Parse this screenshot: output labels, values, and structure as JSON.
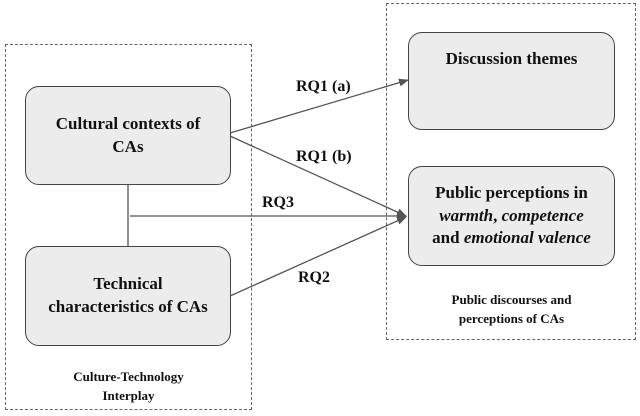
{
  "groups": {
    "left_label": [
      "Culture-Technology",
      "Interplay"
    ],
    "right_label": [
      "Public discourses and",
      "perceptions of CAs"
    ]
  },
  "nodes": {
    "cultural": [
      "Cultural contexts of",
      "CAs"
    ],
    "technical": [
      "Technical",
      "characteristics of CAs"
    ],
    "themes": [
      "Discussion themes"
    ],
    "perceptions": {
      "line1": "Public perceptions in",
      "line2_a": "warmth",
      "line2_b": ", ",
      "line2_c": "competence",
      "line3_a": "and ",
      "line3_b": "emotional valence"
    }
  },
  "edges": {
    "rq1a": "RQ1 (a)",
    "rq1b": "RQ1 (b)",
    "rq3": "RQ3",
    "rq2": "RQ2"
  },
  "colors": {
    "node_fill": "#ececec",
    "node_border": "#444444",
    "arrow": "#555555",
    "dashed_border": "#666666"
  }
}
